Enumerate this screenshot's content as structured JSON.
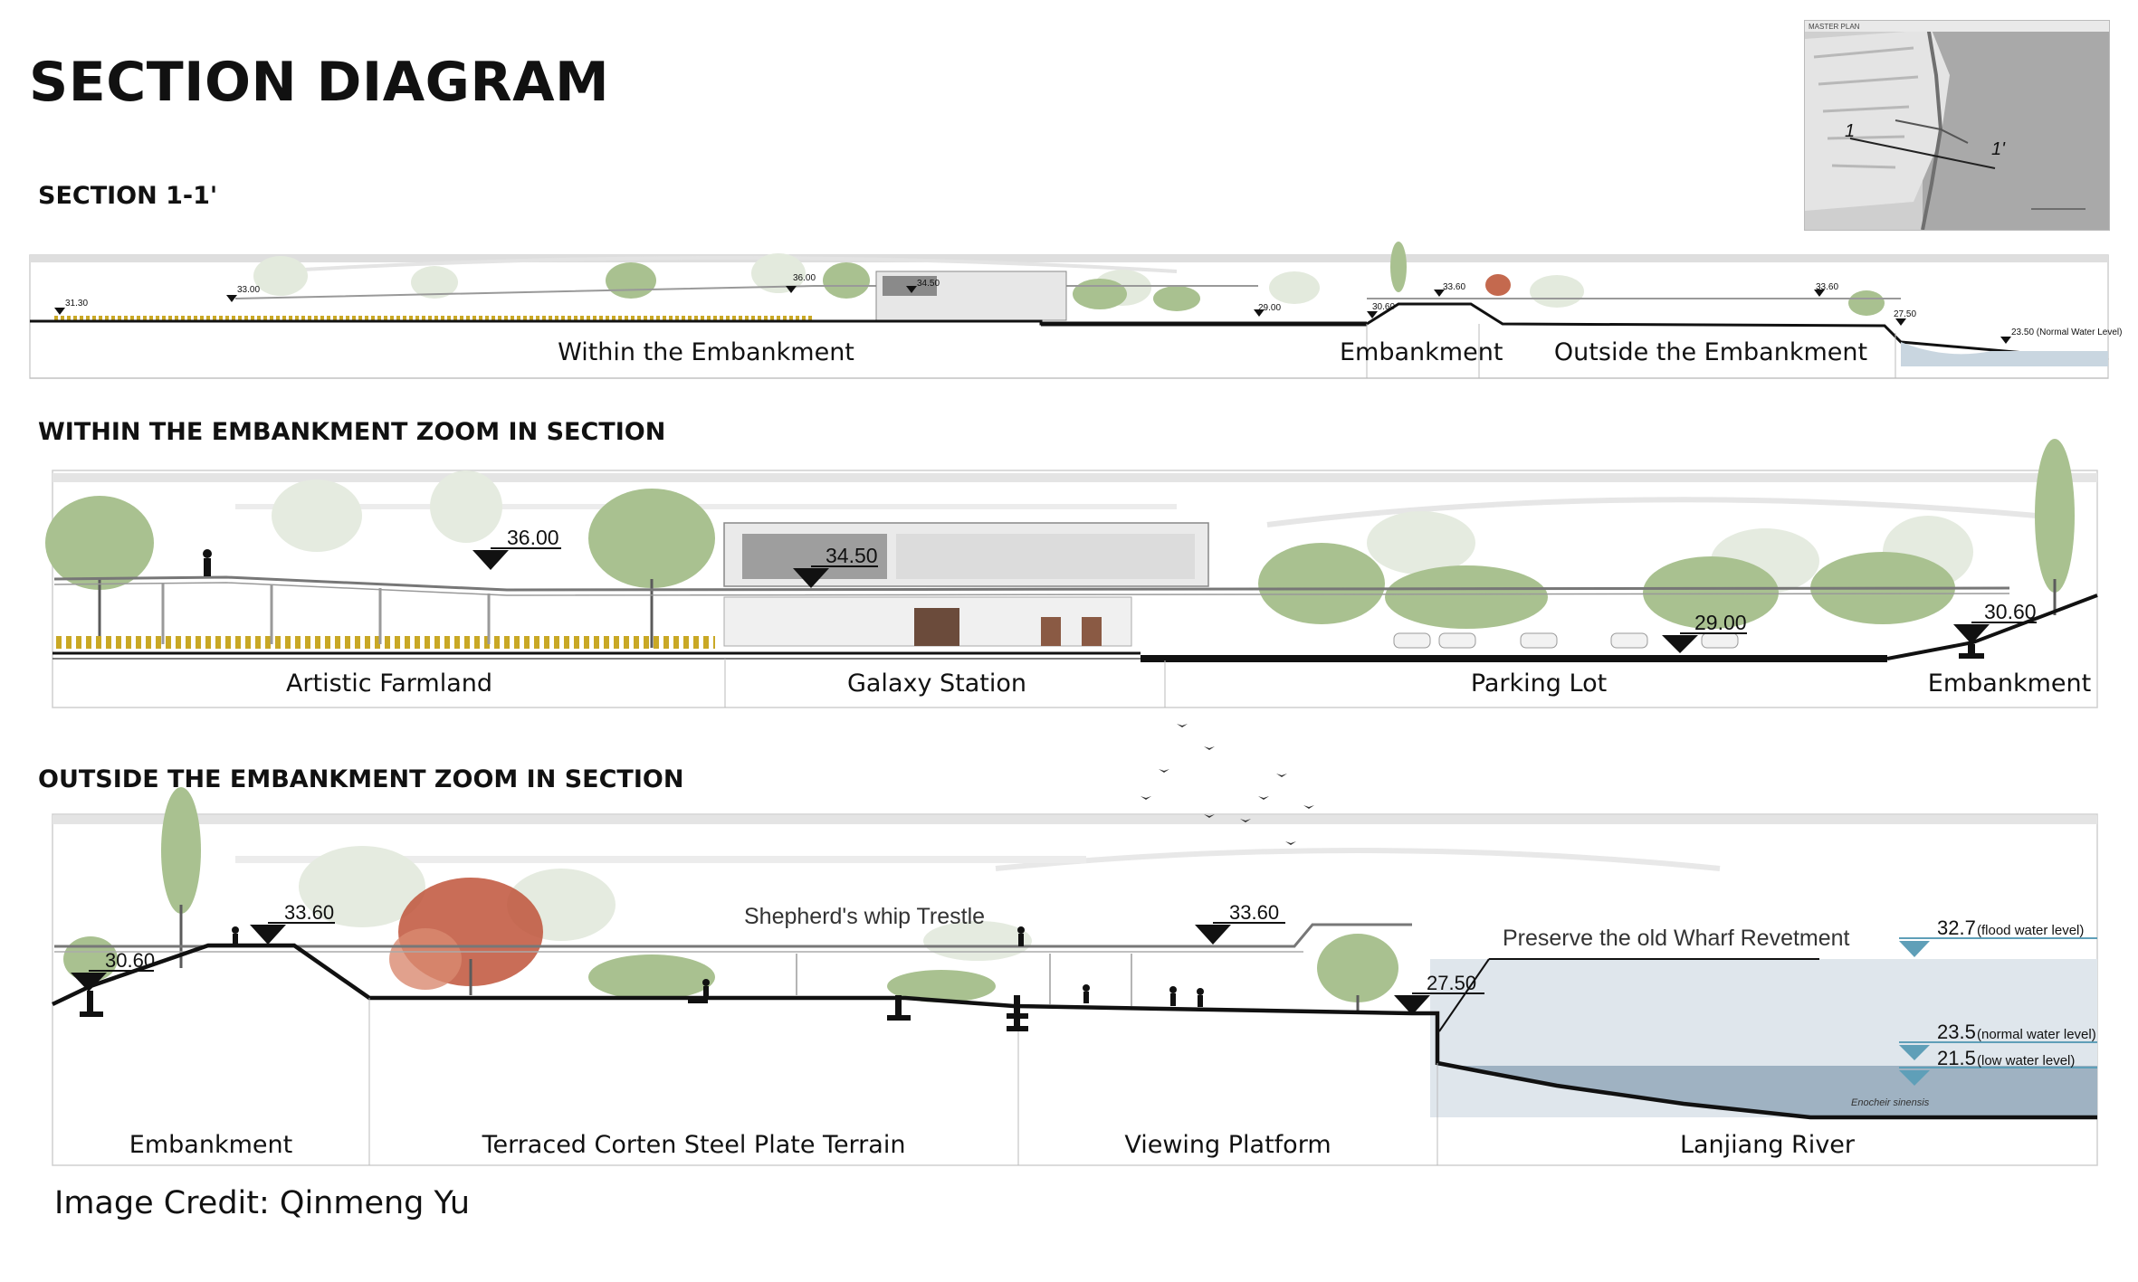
{
  "title": "SECTION DIAGRAM",
  "minimap": {
    "label": "MASTER PLAN",
    "marker_start": "1",
    "marker_end": "1'"
  },
  "section_1": {
    "heading": "SECTION 1-1'",
    "zones": [
      "Within the Embankment",
      "Embankment",
      "Outside the Embankment"
    ],
    "elevations": [
      "31.30",
      "33.00",
      "36.00",
      "34.50",
      "29.00",
      "30.60",
      "33.60",
      "33.60",
      "27.50",
      "23.50 (Normal Water Level)"
    ]
  },
  "section_2": {
    "heading": "WITHIN THE EMBANKMENT ZOOM IN SECTION",
    "zones": [
      "Artistic Farmland",
      "Galaxy Station",
      "Parking Lot",
      "Embankment"
    ],
    "elevations": [
      "36.00",
      "34.50",
      "29.00",
      "30.60"
    ]
  },
  "section_3": {
    "heading": "OUTSIDE THE EMBANKMENT ZOOM IN SECTION",
    "zones": [
      "Embankment",
      "Terraced Corten Steel Plate Terrain",
      "Viewing Platform",
      "Lanjiang River"
    ],
    "elevations": [
      "30.60",
      "33.60",
      "33.60",
      "27.50"
    ],
    "annotations": {
      "trestle": "Shepherd's whip Trestle",
      "wharf": "Preserve the old Wharf Revetment",
      "species": "Enocheir sinensis"
    },
    "water_levels": [
      {
        "value": "32.7",
        "label": "(flood water level)"
      },
      {
        "value": "23.5",
        "label": "(normal water level)"
      },
      {
        "value": "21.5",
        "label": "(low water level)"
      }
    ]
  },
  "credit": "Image Credit: Qinmeng Yu",
  "colors": {
    "water": "#c9d6e0",
    "water_marker": "#5f9fb8",
    "ground": "#111111",
    "foliage": "#9fb98a",
    "crop": "#c9a825"
  }
}
